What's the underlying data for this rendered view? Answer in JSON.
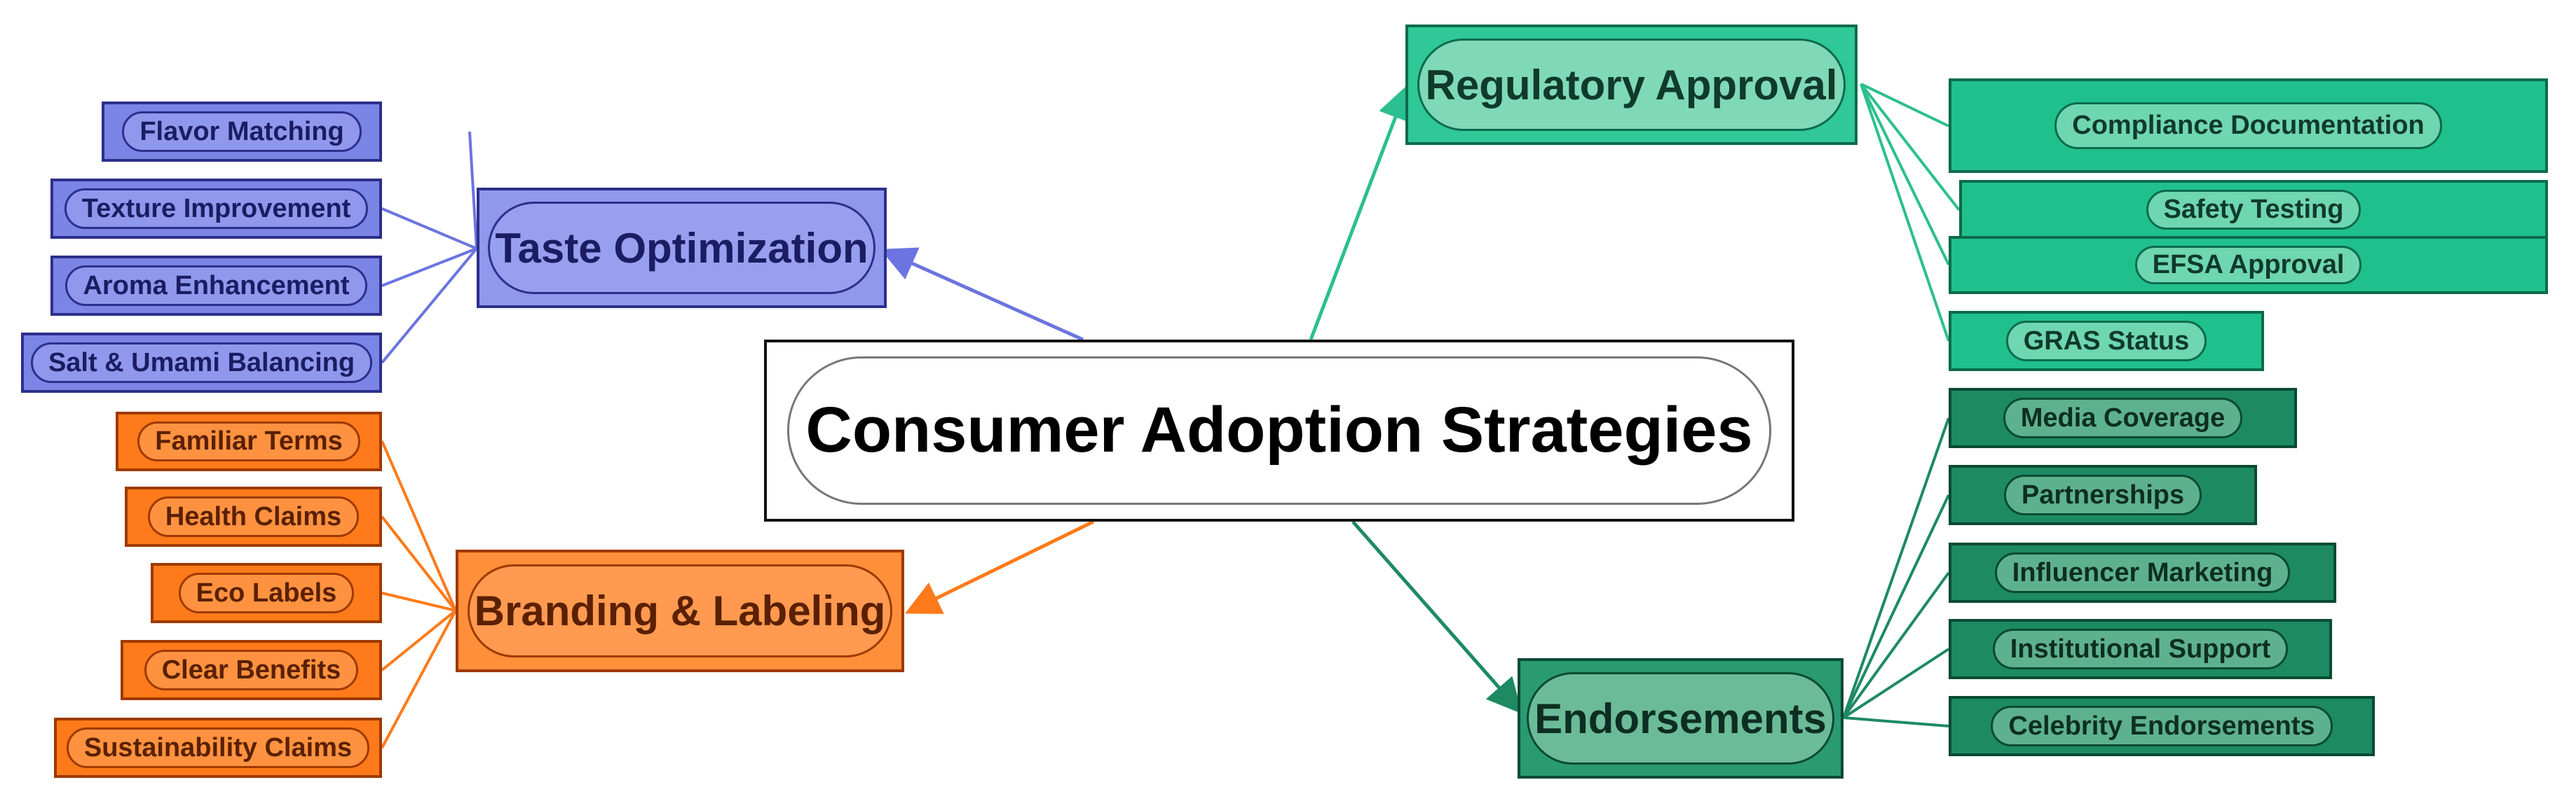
{
  "colors": {
    "blue": "#6b74e0",
    "orange": "#ff7a1a",
    "teal": "#2cbf8f",
    "green": "#1d8a63"
  },
  "root": "Consumer Adoption Strategies",
  "taste": {
    "title": "Taste Optimization",
    "items": [
      "Flavor Matching",
      "Texture Improvement",
      "Aroma Enhancement",
      "Salt & Umami Balancing"
    ]
  },
  "branding": {
    "title": "Branding & Labeling",
    "items": [
      "Familiar Terms",
      "Health Claims",
      "Eco Labels",
      "Clear Benefits",
      "Sustainability Claims"
    ]
  },
  "regulatory": {
    "title": "Regulatory Approval",
    "items": [
      "Compliance Documentation",
      "Safety Testing",
      "EFSA Approval",
      "GRAS Status"
    ]
  },
  "endorsements": {
    "title": "Endorsements",
    "items": [
      "Media Coverage",
      "Partnerships",
      "Influencer Marketing",
      "Institutional Support",
      "Celebrity Endorsements"
    ]
  }
}
